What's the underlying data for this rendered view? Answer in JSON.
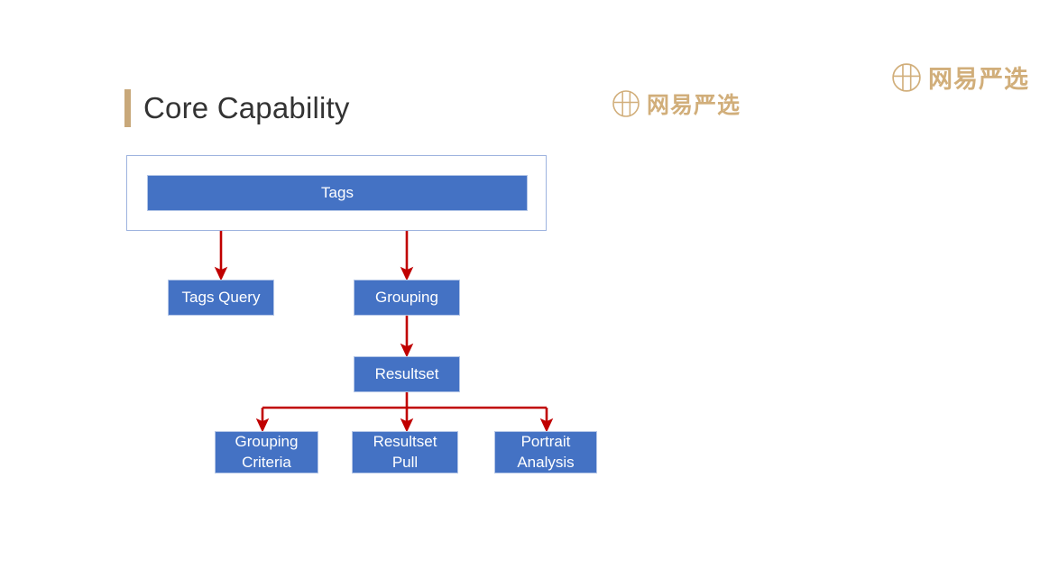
{
  "slide": {
    "background_color": "#FFFFFF",
    "title": "Core Capability",
    "title_accent_color": "#C8A87A",
    "title_color": "#333333"
  },
  "watermarks": [
    {
      "id": "watermark-top-right",
      "text": "网易严选",
      "icon": "netease-yanxuan-logo-icon",
      "color": "#C9A063"
    },
    {
      "id": "watermark-center",
      "text": "网易严选",
      "icon": "netease-yanxuan-logo-icon",
      "color": "#C9A063"
    }
  ],
  "diagram": {
    "type": "flowchart",
    "node_fill_color": "#4472C4",
    "node_border_color": "#B4C6E7",
    "node_text_color": "#FFFFFF",
    "connector_color": "#C00000",
    "group_border_color": "#9DB3DF",
    "nodes": [
      {
        "id": "tags",
        "label": "Tags"
      },
      {
        "id": "tags-query",
        "label": "Tags Query"
      },
      {
        "id": "grouping",
        "label": "Grouping"
      },
      {
        "id": "resultset",
        "label": "Resultset"
      },
      {
        "id": "grouping-criteria",
        "label": "Grouping\nCriteria"
      },
      {
        "id": "resultset-pull",
        "label": "Resultset\nPull"
      },
      {
        "id": "portrait-analysis",
        "label": "Portrait\nAnalysis"
      }
    ],
    "edges": [
      {
        "from": "tags",
        "to": "tags-query"
      },
      {
        "from": "tags",
        "to": "grouping"
      },
      {
        "from": "grouping",
        "to": "resultset"
      },
      {
        "from": "resultset",
        "to": "grouping-criteria"
      },
      {
        "from": "resultset",
        "to": "resultset-pull"
      },
      {
        "from": "resultset",
        "to": "portrait-analysis"
      }
    ]
  }
}
